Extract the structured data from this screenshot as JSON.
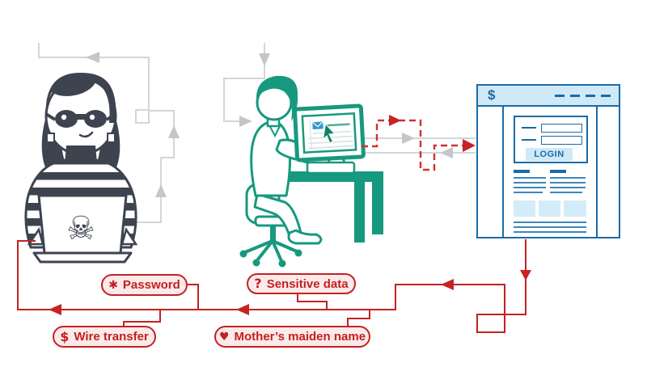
{
  "colors": {
    "red": "#c32222",
    "pill_fill": "#fbeaea",
    "gray_line": "#d3d6d7",
    "teal": "#16997f",
    "charcoal": "#3e4350",
    "blue": "#1a6ba8",
    "light_blue": "#cfe9f6"
  },
  "browser": {
    "header_symbol": "$",
    "login_button": "LOGIN"
  },
  "hacker": {
    "skull_icon": "☠"
  },
  "labels": [
    {
      "icon": "✱",
      "text": "Password"
    },
    {
      "icon": "?",
      "text": "Sensitive data"
    },
    {
      "icon": "$",
      "text": "Wire transfer"
    },
    {
      "icon": "♥",
      "text": "Mother’s maiden name"
    }
  ]
}
